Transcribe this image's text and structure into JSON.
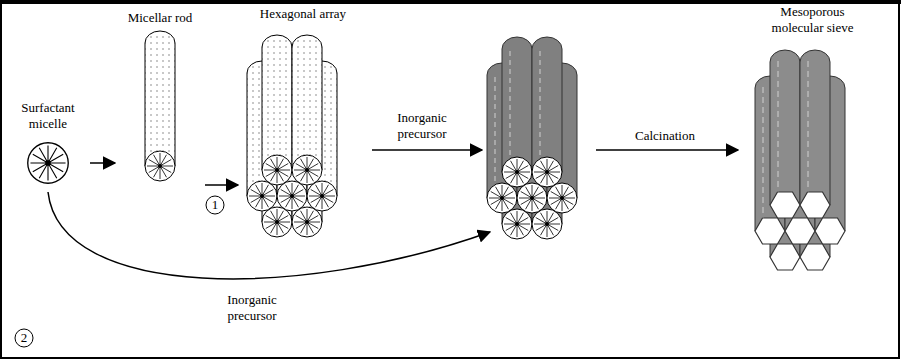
{
  "diagram": {
    "nodes": [
      {
        "text": [
          "Surfactant micelle"
        ]
      },
      {
        "text": [
          "Micellar rod"
        ]
      },
      {
        "text": [
          "Hexagonal array"
        ]
      },
      {
        "text": [
          "Mesoporous molecular sieve"
        ]
      }
    ],
    "edges": [
      {
        "from": 0,
        "to": 1,
        "arrow": "to"
      },
      {
        "from": 1,
        "to": 2,
        "arrow": "to"
      }
    ],
    "labels": [
      "1",
      "Inorganic precursor",
      "Inorganic precursor",
      "Calcination",
      "2"
    ]
  }
}
